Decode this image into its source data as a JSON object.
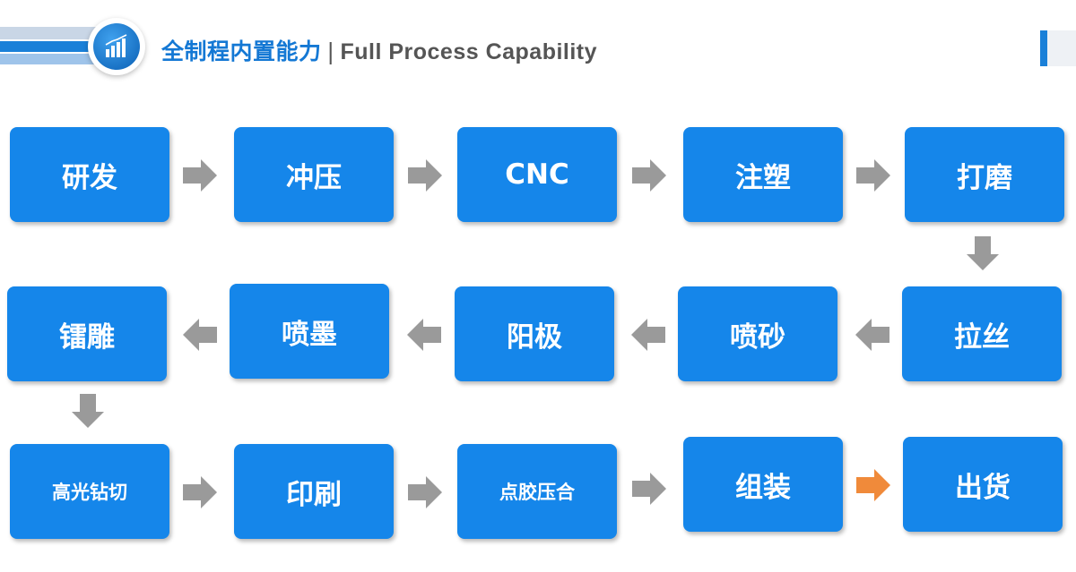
{
  "header": {
    "title_cn": "全制程内置能力",
    "separator": "|",
    "title_en": "Full Process Capability"
  },
  "logo": {
    "icon": "bar-chart-icon"
  },
  "colors": {
    "box": "#1586ea",
    "arrow_gray": "#9a9a9a",
    "arrow_highlight": "#f08a3a",
    "title_blue": "#1478d4"
  },
  "steps": [
    {
      "label": "研发",
      "order": 1
    },
    {
      "label": "冲压",
      "order": 2
    },
    {
      "label": "CNC",
      "order": 3
    },
    {
      "label": "注塑",
      "order": 4
    },
    {
      "label": "打磨",
      "order": 5
    },
    {
      "label": "拉丝",
      "order": 6
    },
    {
      "label": "喷砂",
      "order": 7
    },
    {
      "label": "阳极",
      "order": 8
    },
    {
      "label": "喷墨",
      "order": 9
    },
    {
      "label": "镭雕",
      "order": 10
    },
    {
      "label": "高光钻切",
      "order": 11
    },
    {
      "label": "印刷",
      "order": 12
    },
    {
      "label": "点胶压合",
      "order": 13
    },
    {
      "label": "组装",
      "order": 14
    },
    {
      "label": "出货",
      "order": 15
    }
  ],
  "connections": [
    {
      "from": 1,
      "to": 2,
      "direction": "right"
    },
    {
      "from": 2,
      "to": 3,
      "direction": "right"
    },
    {
      "from": 3,
      "to": 4,
      "direction": "right"
    },
    {
      "from": 4,
      "to": 5,
      "direction": "right"
    },
    {
      "from": 5,
      "to": 6,
      "direction": "down"
    },
    {
      "from": 6,
      "to": 7,
      "direction": "left"
    },
    {
      "from": 7,
      "to": 8,
      "direction": "left"
    },
    {
      "from": 8,
      "to": 9,
      "direction": "left"
    },
    {
      "from": 9,
      "to": 10,
      "direction": "left"
    },
    {
      "from": 10,
      "to": 11,
      "direction": "down"
    },
    {
      "from": 11,
      "to": 12,
      "direction": "right"
    },
    {
      "from": 12,
      "to": 13,
      "direction": "right"
    },
    {
      "from": 13,
      "to": 14,
      "direction": "right"
    },
    {
      "from": 14,
      "to": 15,
      "direction": "right",
      "highlight": true
    }
  ]
}
